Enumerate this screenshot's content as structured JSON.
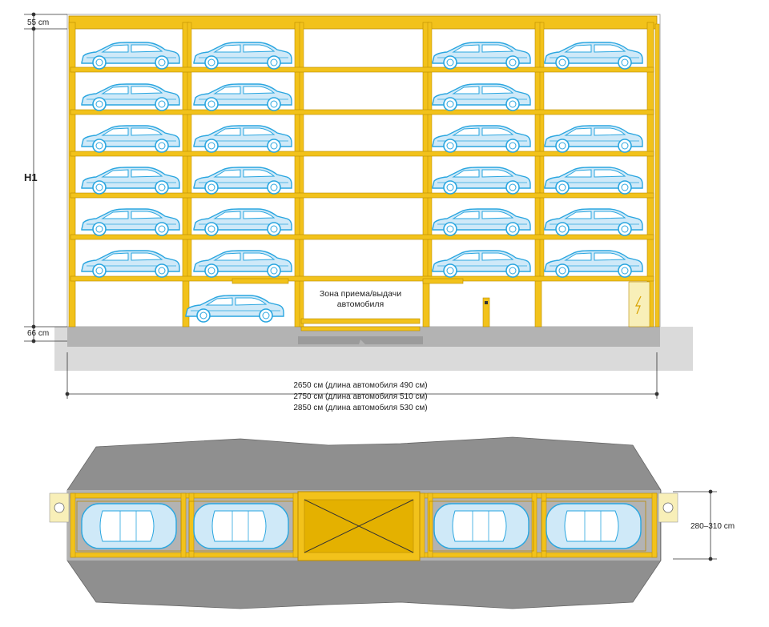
{
  "elevation": {
    "top_dim_label": "55 cm",
    "bottom_dim_label": "66 cm",
    "height_label": "H1",
    "zone_label_line1": "Зона приема/выдачи",
    "zone_label_line2": "автомобиля",
    "length_labels": [
      "2650 см (длина автомобиля 490 см)",
      "2750 см (длина автомобиля 510 см)",
      "2850 см (длина автомобиля 530 см)"
    ],
    "levels": 6,
    "car_bays": [
      {
        "column": "col-1",
        "cars": 6
      },
      {
        "column": "col-2",
        "cars": 6
      },
      {
        "column": "lift-shaft",
        "cars": 0
      },
      {
        "column": "col-4",
        "cars": 6
      },
      {
        "column": "col-5",
        "cars": 5
      }
    ]
  },
  "plan": {
    "width_label": "280–310 cm",
    "car_count": 4
  },
  "colors": {
    "steel": "#f2c21b",
    "steel_dark": "#b98a00",
    "car_fill": "#cfe9f8",
    "car_stroke": "#2aa6e0",
    "ground": "#d9d9d9",
    "foundation": "#b3b3b3",
    "plan_body": "#8f8f8f"
  },
  "icons": [
    "electric-panel-icon",
    "bollard-icon"
  ]
}
